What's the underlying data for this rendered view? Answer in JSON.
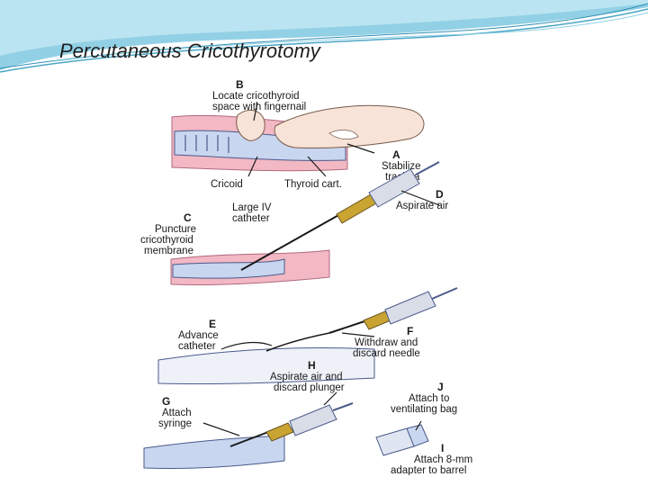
{
  "slide": {
    "title": "Percutaneous Cricothyrotomy",
    "colors": {
      "header_teal": "#5fb6d3",
      "skin_pink": "#f2b8c4",
      "cartilage_blue": "#c9d6f0",
      "needle_gold": "#c9a433"
    }
  },
  "diagram": {
    "labels": {
      "B": "B",
      "B_text_1": "Locate cricothyroid",
      "B_text_2": "space with fingernail",
      "A": "A",
      "A_text_1": "Stabilize",
      "A_text_2": "trachea",
      "cricoid": "Cricoid",
      "thyroid": "Thyroid cart.",
      "D": "D",
      "D_text": "Aspirate air",
      "large_iv_1": "Large IV",
      "large_iv_2": "catheter",
      "C": "C",
      "C_text_1": "Puncture",
      "C_text_2": "cricothyroid",
      "C_text_3": "membrane",
      "E": "E",
      "E_text_1": "Advance",
      "E_text_2": "catheter",
      "F": "F",
      "F_text_1": "Withdraw and",
      "F_text_2": "discard needle",
      "H": "H",
      "H_text_1": "Aspirate air and",
      "H_text_2": "discard plunger",
      "J": "J",
      "J_text_1": "Attach to",
      "J_text_2": "ventilating bag",
      "G": "G",
      "G_text_1": "Attach",
      "G_text_2": "syringe",
      "I": "I",
      "I_text_1": "Attach 8-mm",
      "I_text_2": "adapter to barrel"
    }
  }
}
